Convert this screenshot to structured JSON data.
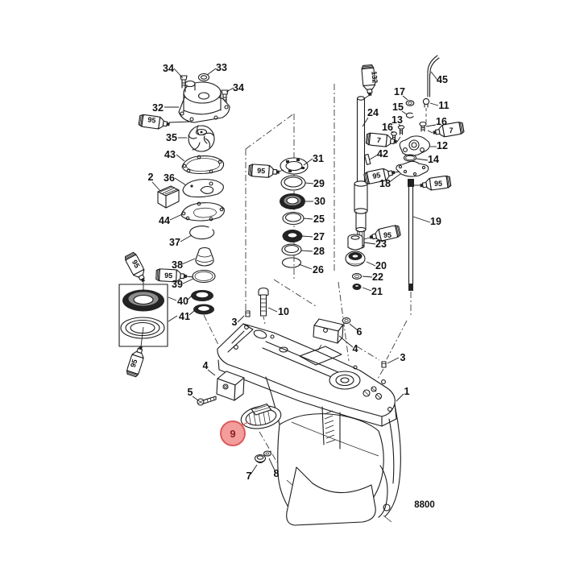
{
  "figure": {
    "code": "8800"
  },
  "highlight": {
    "label": "9",
    "fill": "#f39d9d",
    "stroke": "#dd5a5a",
    "text_color": "#8e2020"
  },
  "callouts": {
    "c1": "1",
    "c2": "2",
    "c3L": "3",
    "c3R": "3",
    "c4L": "4",
    "c4R": "4",
    "c5": "5",
    "c6": "6",
    "c7": "7",
    "c8": "8",
    "c10": "10",
    "c11": "11",
    "c12": "12",
    "c13": "13",
    "c14": "14",
    "c15": "15",
    "c16L": "16",
    "c16R": "16",
    "c17": "17",
    "c18": "18",
    "c19": "19",
    "c20": "20",
    "c21": "21",
    "c22": "22",
    "c23": "23",
    "c24": "24",
    "c25": "25",
    "c26": "26",
    "c27": "27",
    "c28": "28",
    "c29": "29",
    "c30": "30",
    "c31": "31",
    "c32": "32",
    "c33": "33",
    "c34a": "34",
    "c34b": "34",
    "c35": "35",
    "c36": "36",
    "c37": "37",
    "c38": "38",
    "c39": "39",
    "c40": "40",
    "c41": "41",
    "c42": "42",
    "c43": "43",
    "c44": "44",
    "c45": "45"
  },
  "tubes": {
    "gear_lube": "95",
    "grease": "7",
    "threadlocker": "132"
  }
}
